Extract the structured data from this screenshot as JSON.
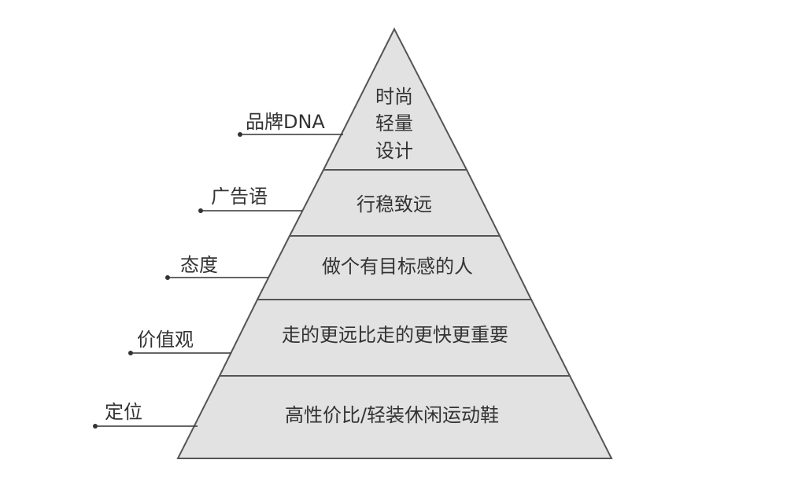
{
  "colors": {
    "fill": "#e2e2e2",
    "stroke": "#555555",
    "text": "#333333",
    "leader": "#333333"
  },
  "pyramid": {
    "apex_lines": [
      "时尚",
      "轻量",
      "设计"
    ],
    "tiers": [
      {
        "text": "行稳致远"
      },
      {
        "text": "做个有目标感的人"
      },
      {
        "text": "走的更远比走的更快更重要"
      },
      {
        "text": "高性价比/轻装休闲运动鞋"
      }
    ]
  },
  "labels": [
    "品牌DNA",
    "广告语",
    "态度",
    "价值观",
    "定位"
  ]
}
